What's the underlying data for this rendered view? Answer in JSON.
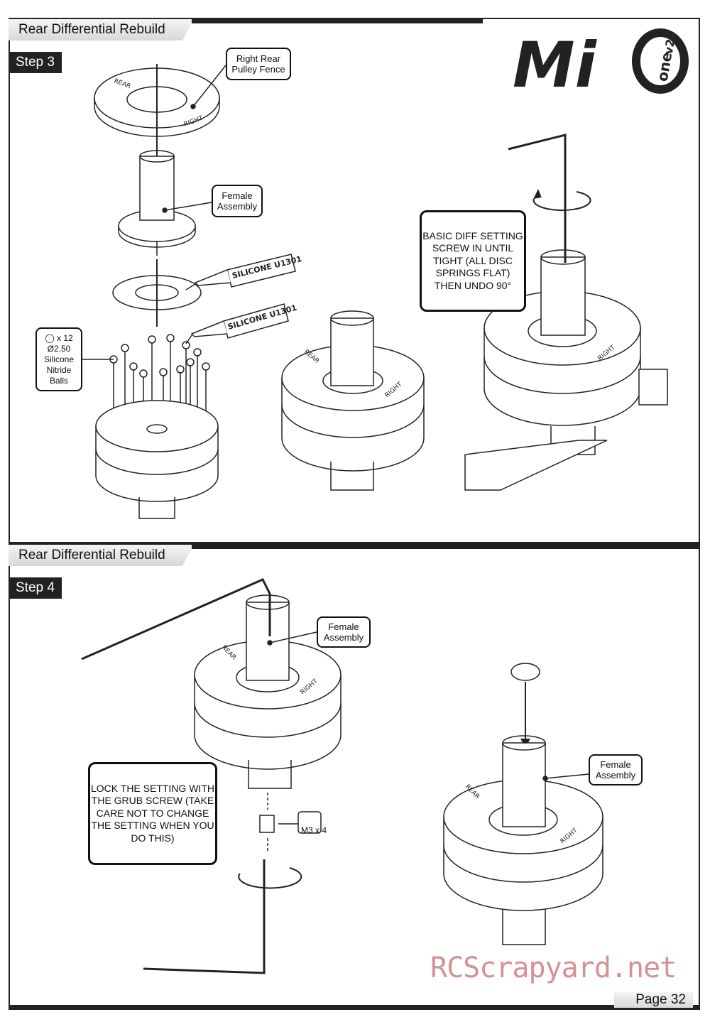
{
  "section1": {
    "header": "Rear Differential Rebuild",
    "step": "Step 3"
  },
  "section2": {
    "header": "Rear Differential Rebuild",
    "step": "Step 4"
  },
  "logo": {
    "main": "Mi",
    "sub": "one",
    "version": "v2"
  },
  "callouts_step3": {
    "pulley_fence": "Right Rear Pulley Fence",
    "female_assembly": "Female Assembly",
    "balls": "◯ x 12 Ø2.50 Silicone Nitride Balls",
    "silicone_1": "SILICONE U1301",
    "silicone_2": "SILICONE U1301",
    "basic_diff": "BASIC DIFF SETTING SCREW IN UNTIL TIGHT (ALL DISC SPRINGS FLAT) THEN  UNDO 90°"
  },
  "callouts_step4": {
    "female_assembly_1": "Female Assembly",
    "female_assembly_2": "Female Assembly",
    "lock": "LOCK THE SETTING WITH THE GRUB SCREW (TAKE CARE NOT TO CHANGE THE SETTING WHEN YOU DO THIS)",
    "screw": "M3 x 4"
  },
  "footer": {
    "page": "Page 32",
    "watermark": "RCScrapyard.net"
  },
  "part_labels": {
    "rear": "REAR",
    "right": "RIGHT"
  }
}
